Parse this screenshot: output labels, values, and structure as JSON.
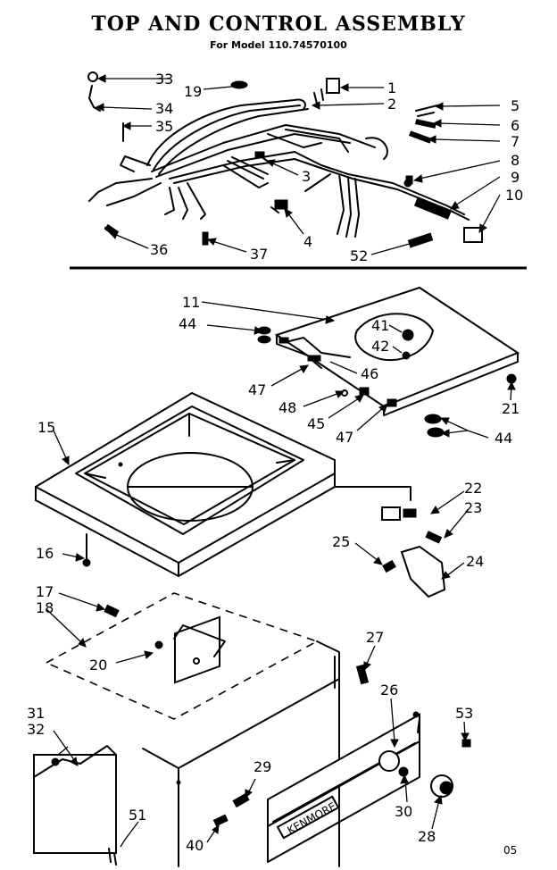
{
  "title": "TOP AND CONTROL ASSEMBLY",
  "subtitle": "For Model  110.74570100",
  "page_code": "05",
  "callouts": {
    "c1": "1",
    "c2": "2",
    "c3": "3",
    "c4": "4",
    "c5": "5",
    "c6": "6",
    "c7": "7",
    "c8": "8",
    "c9": "9",
    "c10": "10",
    "c11": "11",
    "c15": "15",
    "c16": "16",
    "c17": "17",
    "c18": "18",
    "c19": "19",
    "c20": "20",
    "c21": "21",
    "c22": "22",
    "c23": "23",
    "c24": "24",
    "c25": "25",
    "c26": "26",
    "c27": "27",
    "c28": "28",
    "c29": "29",
    "c30": "30",
    "c31": "31",
    "c32": "32",
    "c33": "33",
    "c34": "34",
    "c35": "35",
    "c36": "36",
    "c37": "37",
    "c40": "40",
    "c41": "41",
    "c42": "42",
    "c44a": "44",
    "c44b": "44",
    "c45": "45",
    "c46": "46",
    "c47a": "47",
    "c47b": "47",
    "c48": "48",
    "c51": "51",
    "c52": "52",
    "c53": "53"
  },
  "panel_brand": "KENMORE"
}
